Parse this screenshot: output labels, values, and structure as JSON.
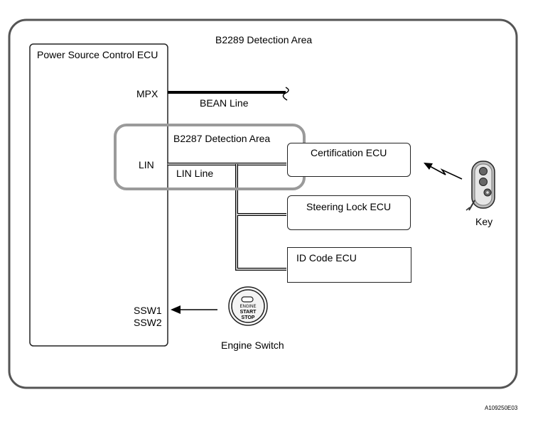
{
  "outer_area": {
    "label": "B2289 Detection Area"
  },
  "inner_area": {
    "label": "B2287 Detection Area"
  },
  "power_ecu": {
    "title": "Power Source Control ECU",
    "pins": {
      "mpx": "MPX",
      "lin": "LIN",
      "ssw1": "SSW1",
      "ssw2": "SSW2"
    }
  },
  "lines": {
    "bean": "BEAN Line",
    "lin": "LIN Line"
  },
  "ecus": {
    "certification": "Certification ECU",
    "steering_lock": "Steering Lock ECU",
    "id_code": "ID Code ECU"
  },
  "key": {
    "label": "Key"
  },
  "engine_switch": {
    "label": "Engine Switch",
    "face_line1": "ENGINE",
    "face_line2": "START",
    "face_line3": "STOP"
  },
  "figure_code": "A109250E03",
  "colors": {
    "area_border": "#9a9a9a",
    "outer_border": "#555555",
    "line": "#000000"
  }
}
